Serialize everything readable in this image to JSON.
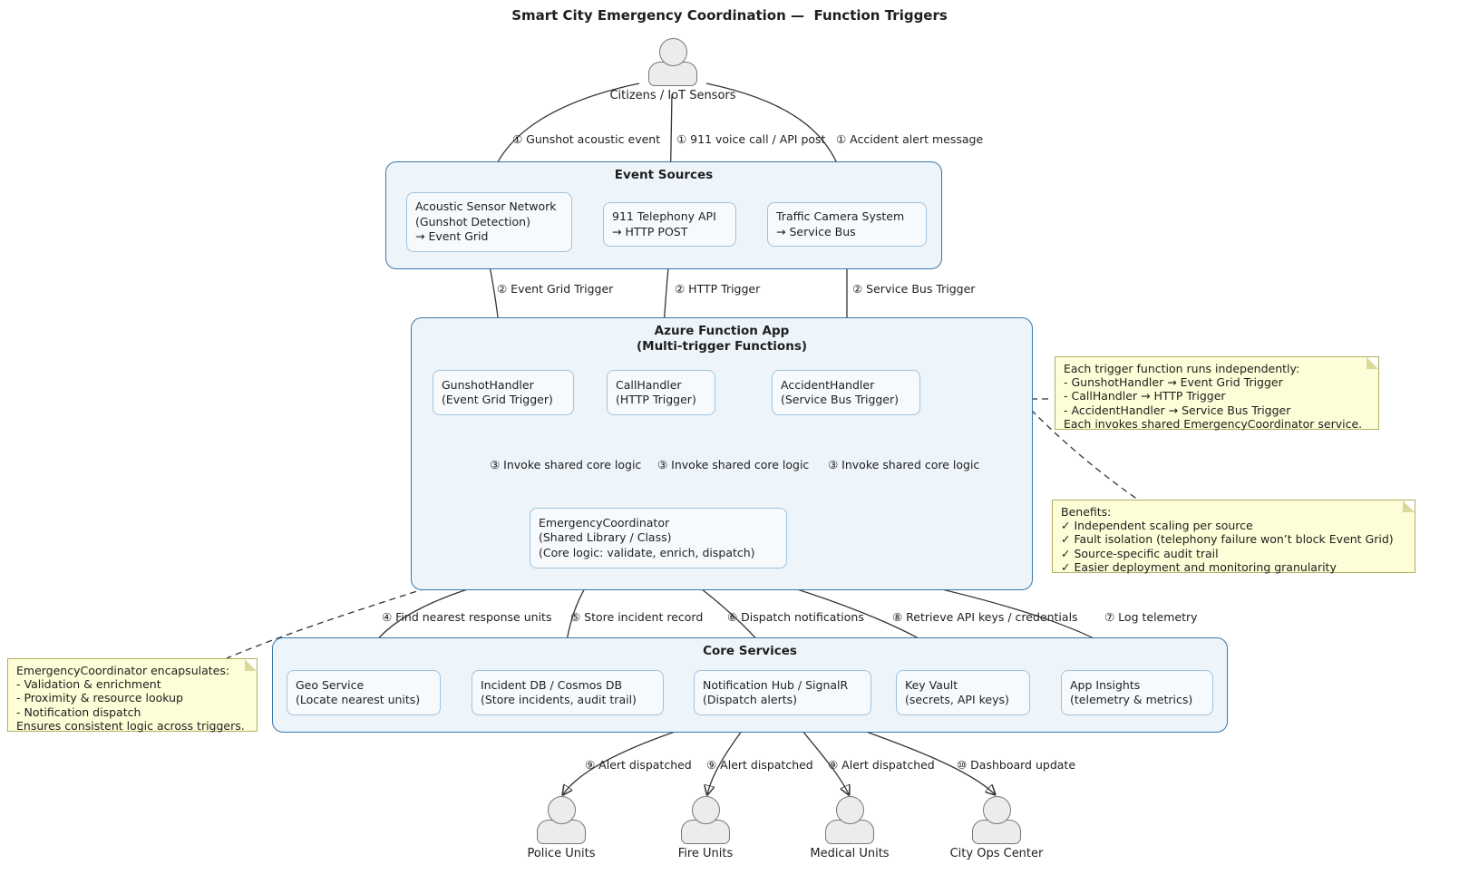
{
  "title": "Smart City Emergency Coordination —  Function Triggers",
  "top_actor": {
    "label": "Citizens / IoT Sensors"
  },
  "bottom_actors": [
    {
      "label": "Police Units"
    },
    {
      "label": "Fire Units"
    },
    {
      "label": "Medical Units"
    },
    {
      "label": "City Ops Center"
    }
  ],
  "edge_labels": {
    "from_sources": [
      "① Gunshot acoustic event",
      "① 911 voice call / API post",
      "① Accident alert message"
    ],
    "to_function_app": [
      "② Event Grid Trigger",
      "② HTTP Trigger",
      "② Service Bus Trigger"
    ],
    "to_coordinator": [
      "③ Invoke shared core logic",
      "③ Invoke shared core logic",
      "③ Invoke shared core logic"
    ],
    "to_core_services": [
      "④ Find nearest response units",
      "⑤ Store incident record",
      "⑥ Dispatch notifications",
      "⑧ Retrieve API keys / credentials",
      "⑦ Log telemetry"
    ],
    "to_responders": [
      "⑨ Alert dispatched",
      "⑨ Alert dispatched",
      "⑨ Alert dispatched",
      "⑩ Dashboard update"
    ]
  },
  "groups": {
    "event_sources": {
      "title": "Event Sources",
      "nodes": [
        {
          "lines": [
            "Acoustic Sensor Network",
            "(Gunshot Detection)",
            "→ Event Grid"
          ]
        },
        {
          "lines": [
            "911 Telephony API",
            "→ HTTP POST"
          ]
        },
        {
          "lines": [
            "Traffic Camera System",
            "→ Service Bus"
          ]
        }
      ]
    },
    "function_app": {
      "title": "Azure Function App",
      "subtitle": "(Multi-trigger Functions)",
      "nodes": [
        {
          "lines": [
            "GunshotHandler",
            "(Event Grid Trigger)"
          ]
        },
        {
          "lines": [
            "CallHandler",
            "(HTTP Trigger)"
          ]
        },
        {
          "lines": [
            "AccidentHandler",
            "(Service Bus Trigger)"
          ]
        }
      ],
      "coordinator": {
        "lines": [
          "EmergencyCoordinator",
          "(Shared Library / Class)",
          "(Core logic: validate, enrich, dispatch)"
        ]
      }
    },
    "core_services": {
      "title": "Core Services",
      "nodes": [
        {
          "lines": [
            "Geo Service",
            "(Locate nearest units)"
          ]
        },
        {
          "lines": [
            "Incident DB / Cosmos DB",
            "(Store incidents, audit trail)"
          ]
        },
        {
          "lines": [
            "Notification Hub / SignalR",
            "(Dispatch alerts)"
          ]
        },
        {
          "lines": [
            "Key Vault",
            "(secrets, API keys)"
          ]
        },
        {
          "lines": [
            "App Insights",
            "(telemetry & metrics)"
          ]
        }
      ]
    }
  },
  "notes": {
    "trigger_independence": {
      "lines": [
        "Each trigger function runs independently:",
        "- GunshotHandler → Event Grid Trigger",
        "- CallHandler → HTTP Trigger",
        "- AccidentHandler → Service Bus Trigger",
        "Each invokes shared EmergencyCoordinator service."
      ]
    },
    "benefits": {
      "lines": [
        "Benefits:",
        "✓ Independent scaling per source",
        "✓ Fault isolation (telephony failure won’t block Event Grid)",
        "✓ Source-specific audit trail",
        "✓ Easier deployment and monitoring granularity"
      ]
    },
    "coordinator_encapsulates": {
      "lines": [
        "EmergencyCoordinator encapsulates:",
        "- Validation & enrichment",
        "- Proximity & resource lookup",
        "- Notification dispatch",
        "Ensures consistent logic across triggers."
      ]
    }
  },
  "colors": {
    "group_fill": "#EDF4FA",
    "group_border": "#3A77A9",
    "node_fill": "#F7FAFD",
    "node_border": "#9FC4E0",
    "note_fill": "#FDFDD7",
    "note_border": "#AFAF62",
    "connector": "#343434",
    "text": "#1E1E1E"
  }
}
